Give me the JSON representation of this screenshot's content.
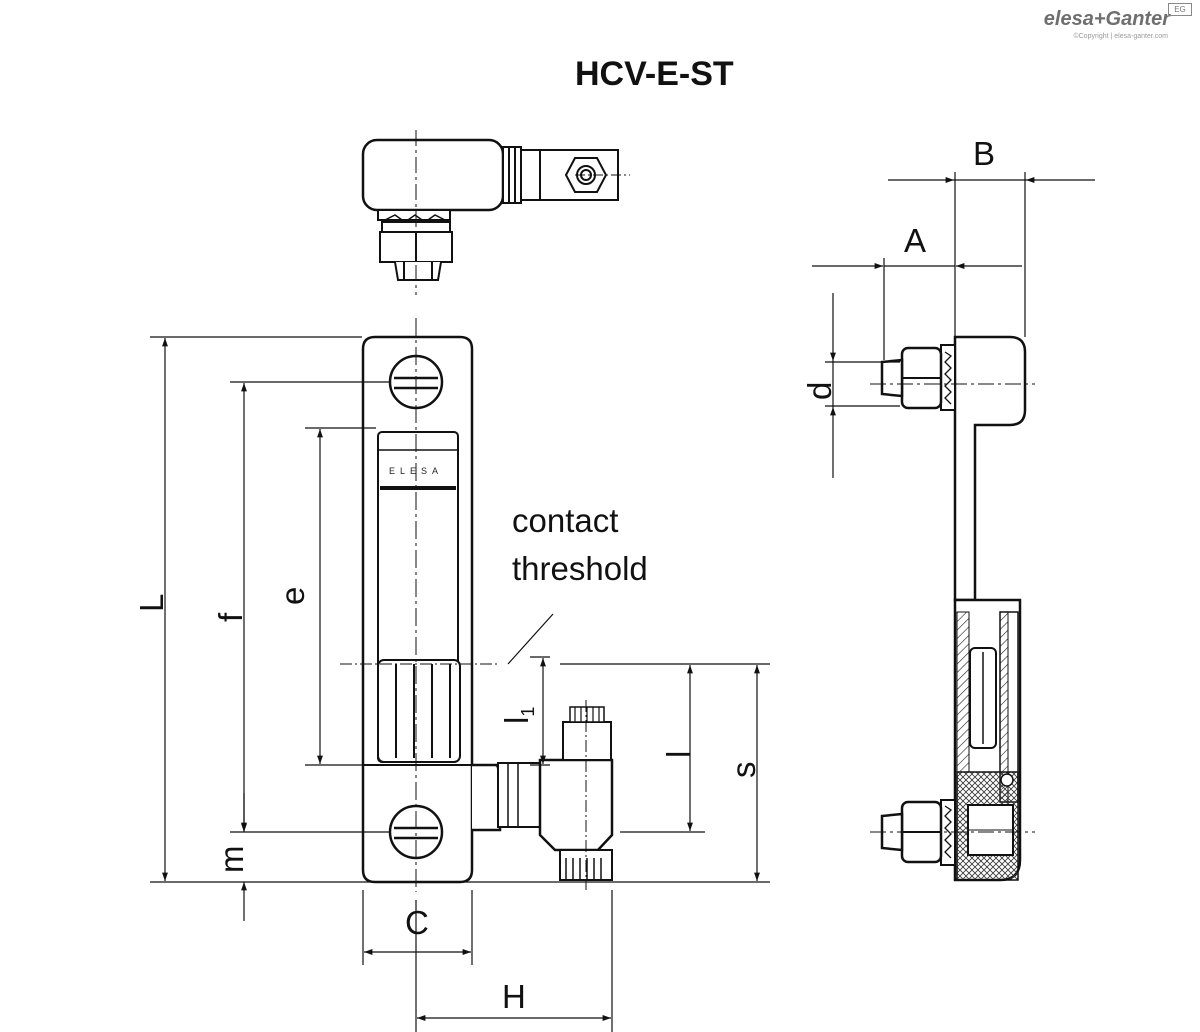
{
  "title": "HCV-E-ST",
  "brand": {
    "name": "elesa+Ganter",
    "copyright": "©Copyright | elesa-ganter.com",
    "badge": "EG"
  },
  "product_mark": "ELESA",
  "annotation": {
    "line1": "contact",
    "line2": "threshold"
  },
  "dimensions": {
    "B": "B",
    "A": "A",
    "d": "d",
    "L": "L",
    "f": "f",
    "e": "e",
    "l1_main": "l",
    "l1_sub": "1",
    "l": "l",
    "s": "s",
    "m": "m",
    "C": "C",
    "H": "H"
  }
}
